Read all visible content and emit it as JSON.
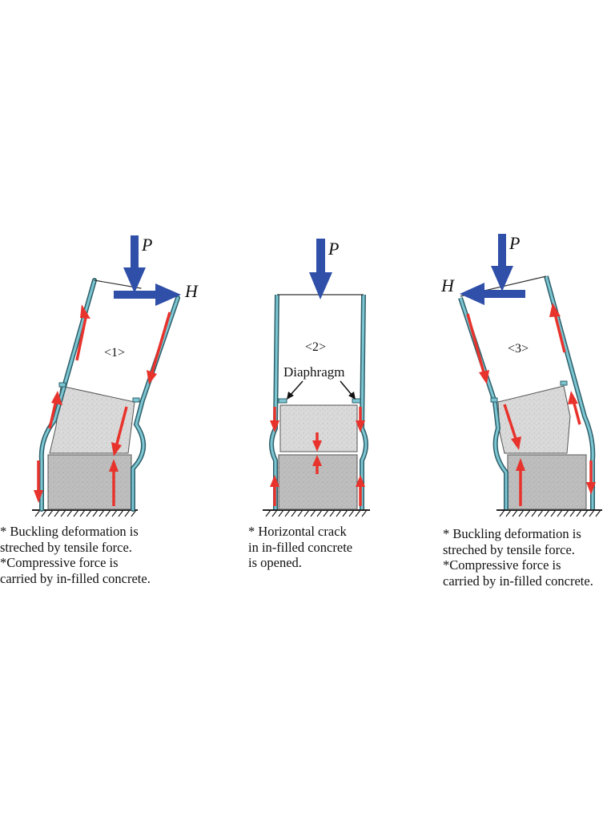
{
  "panels": [
    {
      "id": "1",
      "tag": "<1>",
      "load_vertical": "P",
      "load_horizontal": "H",
      "caption_lines": [
        "* Buckling deformation is",
        "streched by tensile force.",
        "*Compressive force is",
        "carried by in-filled concrete."
      ]
    },
    {
      "id": "2",
      "tag": "<2>",
      "load_vertical": "P",
      "diaphragm_label": "Diaphragm",
      "caption_lines": [
        "* Horizontal crack",
        "in in-filled  concrete",
        "is opened."
      ]
    },
    {
      "id": "3",
      "tag": "<3>",
      "load_vertical": "P",
      "load_horizontal": "H",
      "caption_lines": [
        "* Buckling deformation is",
        "streched by tensile force.",
        "*Compressive force is",
        "carried by in-filled concrete."
      ]
    }
  ],
  "colors": {
    "load_arrow": "#2f4fa8",
    "force_arrow": "#e8332c",
    "steel_tube": "#5fb0c0",
    "concrete_upper": "#d8d8d8",
    "concrete_lower": "#bdbdbd",
    "ground": "#222222"
  }
}
